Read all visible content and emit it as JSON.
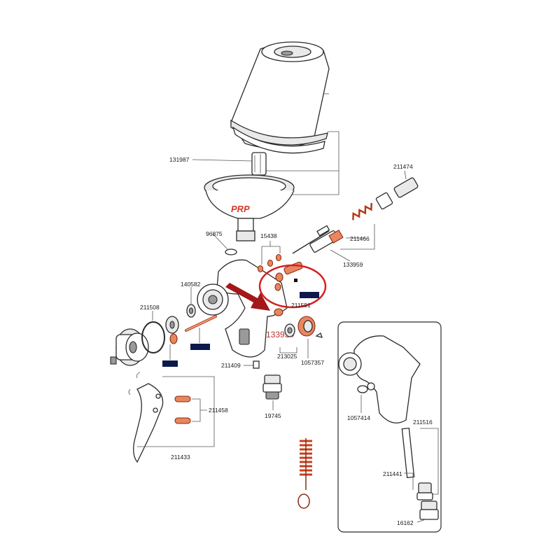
{
  "brand": {
    "logo_text": "PRP"
  },
  "labels": {
    "p131987": "131987",
    "p211474": "211474",
    "p96875": "96875",
    "p15438": "15438",
    "p211466": "211466",
    "p133959": "133959",
    "p140582": "140582",
    "p211508": "211508",
    "p211591": "211591",
    "p133934": "133934",
    "p213025": "213025",
    "p1057357": "1057357",
    "p211409": "211409",
    "p19745": "19745",
    "p211458": "211458",
    "p211433": "211433",
    "p1057414": "1057414",
    "p211516": "211516",
    "p211441": "211441",
    "p16162": "16162"
  },
  "colors": {
    "highlight_circle": "#d42020",
    "arrow": "#a31818",
    "red_part": "#e8865f",
    "highlight_label": "#0b1a4a"
  }
}
